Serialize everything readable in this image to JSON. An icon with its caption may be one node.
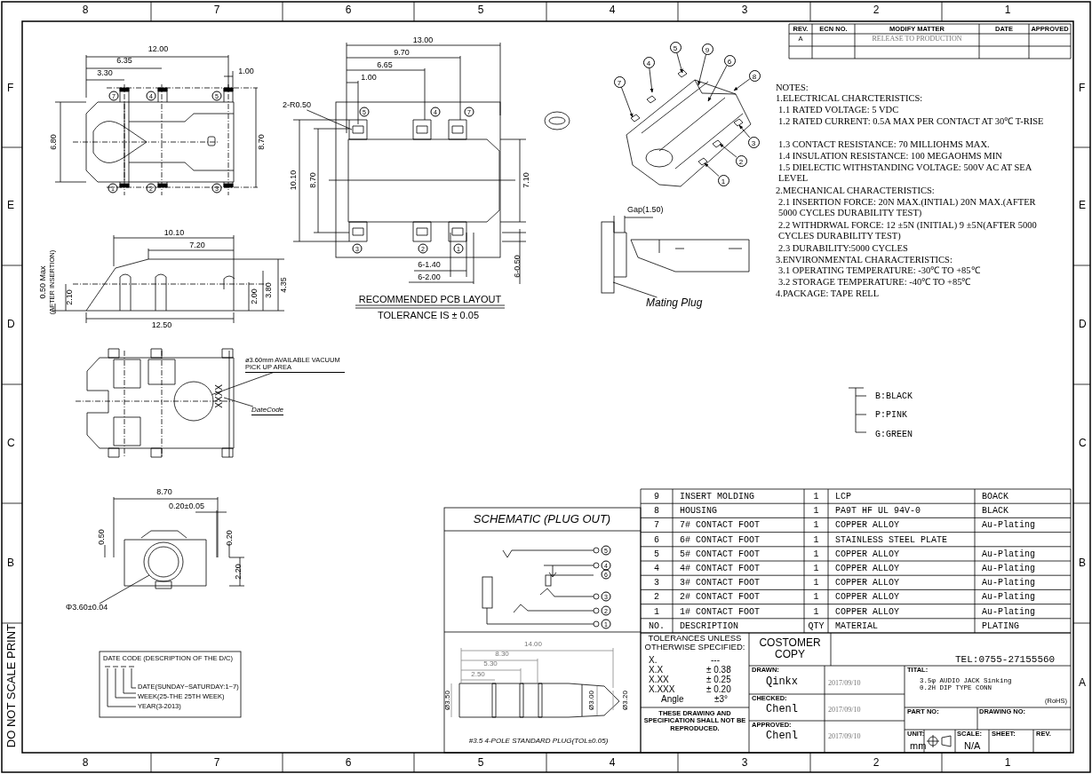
{
  "diagram": {
    "nodes": [
      {
        "text": [
          "2-R0.50"
        ]
      },
      {
        "text": [
          "7"
        ]
      },
      {
        "text": [
          "4"
        ]
      },
      {
        "text": [
          "5"
        ]
      },
      {
        "text": [
          "9"
        ]
      },
      {
        "text": [
          "6"
        ]
      },
      {
        "text": [
          "8"
        ]
      },
      {
        "text": [
          "3"
        ]
      },
      {
        "text": [
          "2"
        ]
      },
      {
        "text": [
          "1"
        ]
      },
      {
        "text": [
          "Mating Plug"
        ]
      },
      {
        "text": [
          "ø3.60mm AVAILABLE VACUUM PICK UP AREA"
        ]
      },
      {
        "text": [
          "DateCode"
        ]
      },
      {
        "text": [
          "XXXX"
        ]
      },
      {
        "text": [],
        "shape": "picture"
      },
      {
        "text": [],
        "shape": "circle"
      }
    ],
    "edges": [
      {
        "from": 0,
        "to": null,
        "arrow": "none"
      },
      {
        "from": 1,
        "to": 14,
        "arrow": "to"
      },
      {
        "from": 2,
        "to": 14,
        "arrow": "to"
      },
      {
        "from": 3,
        "to": 14,
        "arrow": "to"
      },
      {
        "from": 4,
        "to": 14,
        "arrow": "to"
      },
      {
        "from": 5,
        "to": 14,
        "arrow": "to"
      },
      {
        "from": 6,
        "to": 14,
        "arrow": "to"
      },
      {
        "from": 7,
        "to": 14,
        "arrow": "to"
      },
      {
        "from": 8,
        "to": 14,
        "arrow": "to"
      },
      {
        "from": 9,
        "to": 14,
        "arrow": "to"
      },
      {
        "from": 10,
        "to": null,
        "arrow": "none"
      },
      {
        "from": 11,
        "to": 15,
        "arrow": "none"
      },
      {
        "from": 12,
        "to": 13,
        "arrow": "none"
      }
    ],
    "labels": [
      "8",
      "7",
      "6",
      "5",
      "4",
      "3",
      "2",
      "1",
      "8",
      "7",
      "6",
      "5",
      "4",
      "3",
      "2",
      "1",
      "F",
      "E",
      "D",
      "C",
      "B",
      "F",
      "E",
      "D",
      "C",
      "B",
      "A",
      "DO NOT SCALE PRINT",
      "REV.",
      "ECN NO.",
      "MODIFY MATTER",
      "DATE",
      "APPROVED",
      "A",
      "RELEASE TO PRODUCTION",
      "12.00",
      "6.35",
      "3.30",
      "1.00",
      "7",
      "4",
      "5",
      "6.80",
      "8.70",
      "1",
      "2",
      "3",
      "10.10",
      "7.20",
      "0.50 Max",
      "(AFTER INSERTION)",
      "2.10",
      "2.00",
      "3.80",
      "4.35",
      "12.50",
      "13.00",
      "9.70",
      "6.65",
      "1.00",
      "5",
      "4",
      "7",
      "10.10",
      "8.70",
      "7.10",
      "3",
      "2",
      "1",
      "6-1.40",
      "6-2.00",
      "6-0.50",
      "RECOMMENDED PCB LAYOUT",
      "TOLERANCE IS ± 0.05",
      "Gap(1.50)",
      "NOTES:",
      "1.ELECTRICAL CHARCTERISTICS:",
      "1.1 RATED VOLTAGE: 5 VDC",
      "1.2 RATED CURRENT: 0.5A MAX PER CONTACT AT 30℃ T-RISE",
      "1.3 CONTACT RESISTANCE: 70 MILLIOHMS MAX.",
      "1.4 INSULATION RESISTANCE: 100 MEGAOHMS MIN",
      "1.5 DIELECTIC WITHSTANDING VOLTAGE: 500V AC AT SEA LEVEL",
      "2.MECHANICAL CHARACTERISTICS:",
      "2.1 INSERTION FORCE: 20N MAX.(INTIAL) 20N MAX.(AFTER 5000 CYCLES DURABILITY TEST)",
      "2.2 WITHDRWAL FORCE: 12 ±5N (INITIAL) 9 ±5N(AFTER 5000 CYCLES DURABILITY TEST)",
      "2.3 DURABILITY:5000 CYCLES",
      "3.ENVIRONMENTAL CHARACTERISTICS:",
      "3.1 OPERATING TEMPERATURE: -30℃ TO +85℃",
      "3.2 STORAGE TEMPERATURE: -40℃ TO +85℃",
      "4.PACKAGE: TAPE RELL",
      "B:BLACK",
      "P:PINK",
      "G:GREEN",
      "8.70",
      "0.20±0.05",
      "0.50",
      "0.20",
      "2.20",
      "Φ3.60±0.04",
      "DATE CODE (DESCRIPTION OF THE D/C)",
      "DATE(SUNDAY~SATURDAY:1~7)",
      "WEEK(25-THE 25TH WEEK)",
      "YEAR(3-2013)",
      "SCHEMATIC (PLUG OUT)",
      "5",
      "4",
      "6",
      "3",
      "2",
      "1",
      "14.00",
      "8.30",
      "5.30",
      "2.50",
      "Ø3.50",
      "Ø3.00",
      "Ø3.20",
      "#3.5 4-POLE STANDARD PLUG(TOL±0.05)",
      "9",
      "INSERT MOLDING",
      "1",
      "LCP",
      "BOACK",
      "8",
      "HOUSING",
      "1",
      "PA9T HF UL 94V-0",
      "BLACK",
      "7",
      "7# CONTACT FOOT",
      "1",
      "COPPER ALLOY",
      "Au-Plating",
      "6",
      "6# CONTACT FOOT",
      "1",
      "STAINLESS STEEL PLATE",
      "5",
      "5# CONTACT FOOT",
      "1",
      "COPPER ALLOY",
      "Au-Plating",
      "4",
      "4# CONTACT FOOT",
      "1",
      "COPPER ALLOY",
      "Au-Plating",
      "3",
      "3# CONTACT FOOT",
      "1",
      "COPPER ALLOY",
      "Au-Plating",
      "2",
      "2# CONTACT FOOT",
      "1",
      "COPPER ALLOY",
      "Au-Plating",
      "1",
      "1# CONTACT FOOT",
      "1",
      "COPPER ALLOY",
      "Au-Plating",
      "NO.",
      "DESCRIPTION",
      "QTY",
      "MATERIAL",
      "PLATING",
      "TOLERANCES UNLESS OTHERWISE SPECIFIED:",
      "X.",
      "---",
      "X.X",
      "± 0.38",
      "X.XX",
      "± 0.25",
      "X.XXX",
      "± 0.20",
      "Angle",
      "±3°",
      "THESE DRAWING AND SPECIFICATION SHALL NOT BE REPRODUCED.",
      "COSTOMER COPY",
      "TEL:0755-27155560",
      "DRAWN:",
      "Qinkx",
      "2017/09/10",
      "CHECKED:",
      "Chenl",
      "2017/09/10",
      "APPROVED:",
      "Chenl",
      "2017/09/10",
      "TITAL:",
      "3.5φ AUDIO JACK Sinking 0.2H DIP TYPE CONN",
      "(RoHS)",
      "PART NO:",
      "DRAWING NO:",
      "UNIT:",
      "mm",
      "SCALE:",
      "N/A",
      "SHEET:",
      "REV."
    ]
  }
}
